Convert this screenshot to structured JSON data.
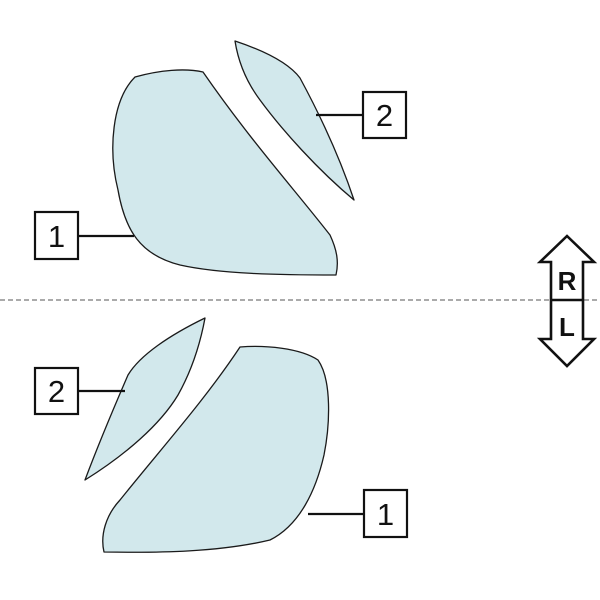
{
  "callouts": {
    "top_large": "1",
    "top_small": "2",
    "bottom_small": "2",
    "bottom_large": "1"
  },
  "direction_indicator": {
    "upper": "R",
    "lower": "L"
  },
  "colors": {
    "panel_fill": "#d2e8ec",
    "outline": "#1a1a1a",
    "centerline": "#777777"
  }
}
